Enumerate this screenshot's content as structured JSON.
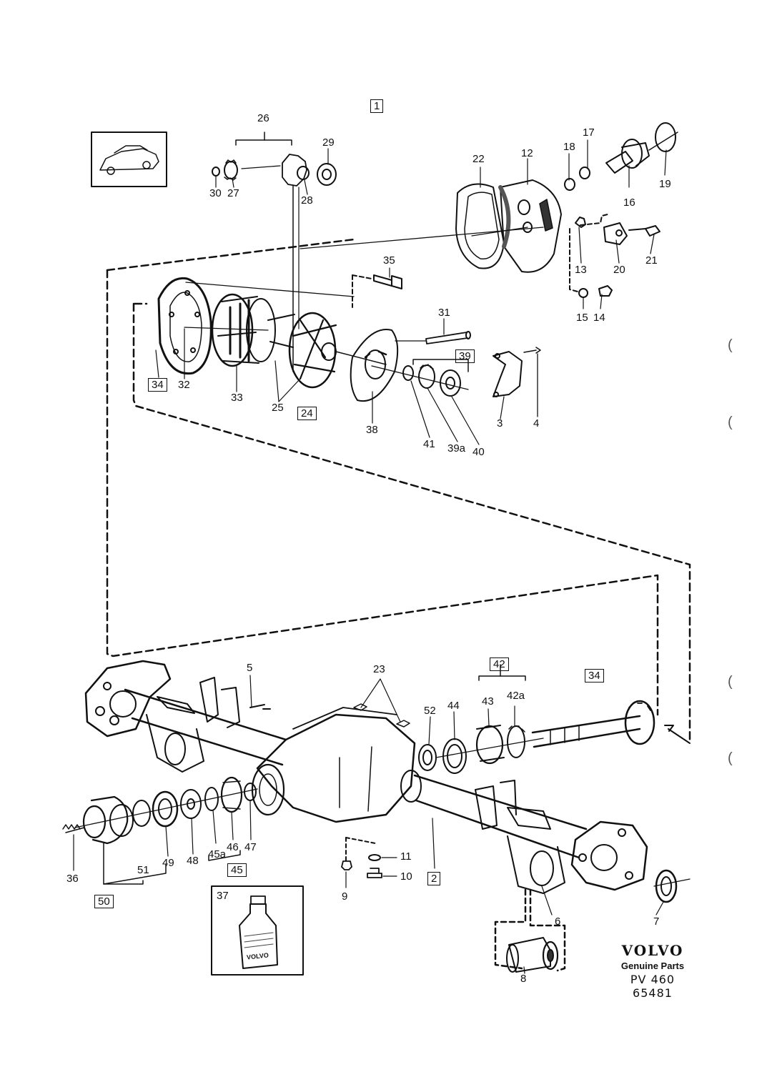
{
  "callouts": {
    "n1": "1",
    "n2": "2",
    "n3": "3",
    "n4": "4",
    "n5": "5",
    "n6": "6",
    "n7": "7",
    "n8": "8",
    "n9": "9",
    "n10": "10",
    "n11": "11",
    "n12": "12",
    "n13": "13",
    "n14": "14",
    "n15": "15",
    "n16": "16",
    "n17": "17",
    "n18": "18",
    "n19": "19",
    "n20": "20",
    "n21": "21",
    "n22": "22",
    "n23": "23",
    "n24": "24",
    "n25": "25",
    "n26": "26",
    "n27": "27",
    "n28": "28",
    "n29": "29",
    "n30": "30",
    "n31": "31",
    "n32": "32",
    "n33": "33",
    "n34a": "34",
    "n34b": "34",
    "n35": "35",
    "n36": "36",
    "n37": "37",
    "n38": "38",
    "n39": "39",
    "n39a": "39a",
    "n40": "40",
    "n41": "41",
    "n42": "42",
    "n42a": "42a",
    "n43": "43",
    "n44": "44",
    "n45": "45",
    "n45a": "45a",
    "n46": "46",
    "n47": "47",
    "n48": "48",
    "n49": "49",
    "n50": "50",
    "n51": "51",
    "n52": "52"
  },
  "oil_bottle_label": "VOLVO",
  "brand": {
    "logo": "VOLVO",
    "subtitle": "Genuine Parts",
    "code": "PV 460 65481"
  },
  "margin_marks": [
    "(",
    "(",
    "(",
    "("
  ]
}
